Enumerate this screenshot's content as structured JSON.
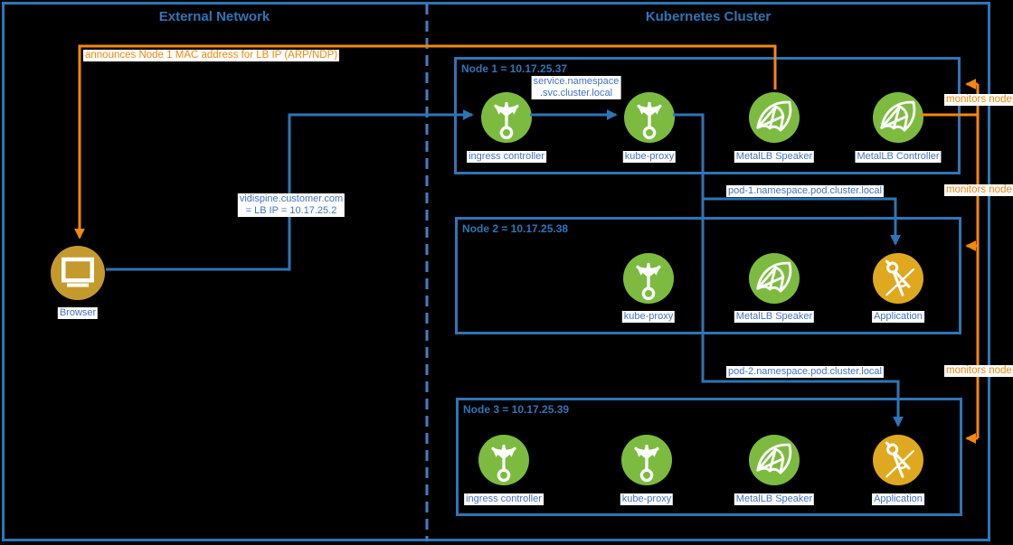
{
  "diagram": {
    "sections": {
      "external_network": {
        "title": "External Network"
      },
      "kubernetes_cluster": {
        "title": "Kubernetes Cluster"
      }
    },
    "browser": {
      "label": "Browser"
    },
    "nodes": [
      {
        "title": "Node 1 = 10.17.25.37",
        "components": [
          {
            "label": "ingress controller",
            "icon": "ingress-controller-icon"
          },
          {
            "label": "kube-proxy",
            "icon": "kube-proxy-icon"
          },
          {
            "label": "MetalLB Speaker",
            "icon": "metallb-speaker-icon"
          },
          {
            "label": "MetalLB Controller",
            "icon": "metallb-controller-icon"
          }
        ]
      },
      {
        "title": "Node 2 = 10.17.25.38",
        "components": [
          {
            "label": "kube-proxy",
            "icon": "kube-proxy-icon"
          },
          {
            "label": "MetalLB Speaker",
            "icon": "metallb-speaker-icon"
          },
          {
            "label": "Application",
            "icon": "application-icon"
          }
        ]
      },
      {
        "title": "Node 3 = 10.17.25.39",
        "components": [
          {
            "label": "ingress controller",
            "icon": "ingress-controller-icon"
          },
          {
            "label": "kube-proxy",
            "icon": "kube-proxy-icon"
          },
          {
            "label": "MetalLB Speaker",
            "icon": "metallb-speaker-icon"
          },
          {
            "label": "Application",
            "icon": "application-icon"
          }
        ]
      }
    ],
    "edge_labels": {
      "announce": "announces Node 1 MAC address for LB IP (ARP/NDP)",
      "vidispine_line1": "vidispine.customer.com",
      "vidispine_line2": "= LB IP = 10.17.25.2",
      "service_dns_line1": "service.namespace",
      "service_dns_line2": ".svc.cluster.local",
      "pod1_dns": "pod-1.namespace.pod.cluster.local",
      "pod2_dns": "pod-2.namespace.pod.cluster.local",
      "monitors_node": "monitors node"
    },
    "colors": {
      "line_blue": "#2E75B6",
      "label_blue": "#4472C4",
      "orange": "#F5870F",
      "green": "#7CBB3F",
      "application_gold": "#E0A81E",
      "browser_gold": "#C59A2D",
      "background": "#000000",
      "label_background": "#FFFFFF"
    }
  }
}
